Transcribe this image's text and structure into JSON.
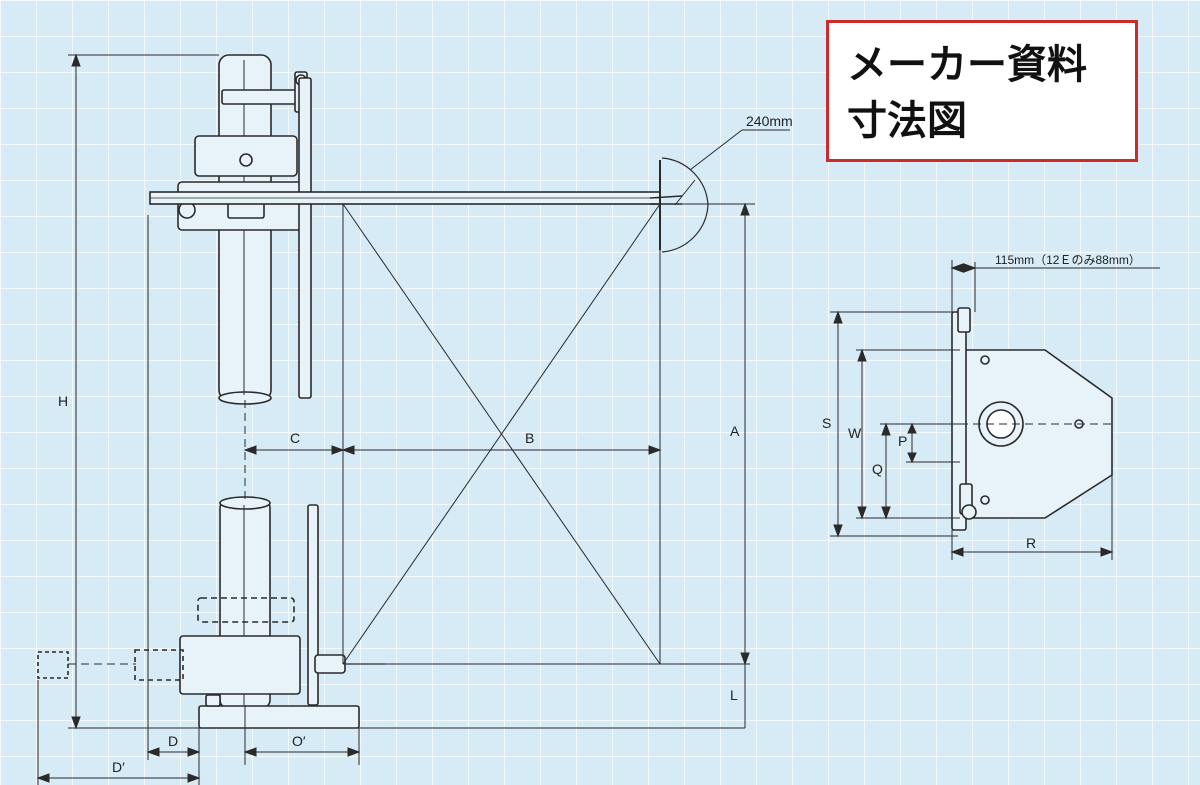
{
  "callout": {
    "line1": "メーカー資料",
    "line2": "寸法図",
    "border_color": "#cc2b2b"
  },
  "labels": {
    "blade": "240mm",
    "offset": "115mm（12Ｅのみ88mm）",
    "H": "H",
    "A": "A",
    "B": "B",
    "C": "C",
    "L": "L",
    "D": "D",
    "D_prime": "D′",
    "O_prime": "O′",
    "S": "S",
    "W": "W",
    "P": "P",
    "Q": "Q",
    "R": "R"
  },
  "colors": {
    "background": "#d6ebf5",
    "grid": "#ffffff",
    "line": "#2a2a2a",
    "part_fill": "#e8f3f9"
  }
}
